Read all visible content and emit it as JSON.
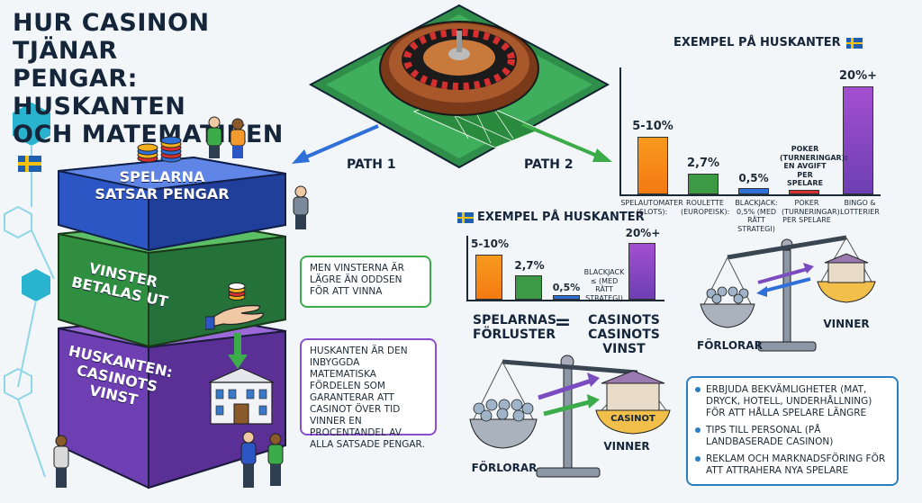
{
  "title": {
    "line1": "HUR CASINON TJÄNAR",
    "line2": "PENGAR: HUSKANTEN",
    "line3": "OCH MATEMATIKEN"
  },
  "paths": {
    "path1": "PATH 1",
    "path2": "PATH 2"
  },
  "steps": {
    "step1": {
      "line1": "SPELARNA",
      "line2": "SATSAR PENGAR"
    },
    "step2": {
      "line1": "VINSTER",
      "line2": "BETALAS UT"
    },
    "step3": {
      "line1": "HUSKANTEN:",
      "line2": "CASINOTS",
      "line3": "VINST"
    }
  },
  "callouts": {
    "odds": "MEN VINSTERNA ÄR LÄGRE ÄN ODDSEN FÖR ATT VINNA",
    "edge": "HUSKANTEN ÄR DEN INBYGGDA MATEMATISKA FÖRDELEN SOM GARANTERAR ATT CASINOT ÖVER TID VINNER EN PROCENTANDEL AV ALLA SATSADE PENGAR."
  },
  "chart_main": {
    "title": "EXEMPEL PÅ HUSKANTER",
    "bars": [
      {
        "value_label": "5-10%",
        "label": "SPELAUTOMATER (SLOTS):"
      },
      {
        "value_label": "2,7%",
        "label": "ROULETTE (EUROPEISK):"
      },
      {
        "value_label": "0,5%",
        "label": "BLACKJACK: 0,5% (MED RÄTT STRATEGI)"
      },
      {
        "value_label": "POKER (TURNERINGAR): EN AVGIFT PER SPELARE",
        "label": "POKER (TURNERINGAR): PER SPELARE"
      },
      {
        "value_label": "20%+",
        "label": "BINGO & LOTTERIER"
      }
    ]
  },
  "chart_small": {
    "title": "EXEMPEL PÅ HUSKANTER",
    "bars": [
      {
        "value_label": "5-10%"
      },
      {
        "value_label": "2,7%"
      },
      {
        "value_label": "0,5%",
        "note": "BLACKJACK ≤ (MED RÄTT STRATEGI)"
      },
      {
        "value_label": "20%+"
      }
    ]
  },
  "equation": {
    "left": "SPELARNAS FÖRLUSTER",
    "eq": "=",
    "right": "CASINOTS CASINOTS VINST"
  },
  "scale_small": {
    "lose": "FÖRLORAR",
    "win": "VINNER"
  },
  "scale_big": {
    "lose": "FÖRLORAR",
    "win": "VINNER",
    "sign": "CASINOT"
  },
  "bullets": [
    "ERBJUDA BEKVÄMLIGHETER (MAT, DRYCK, HOTELL, UNDERHÅLLNING) FÖR ATT HÅLLA SPELARE LÄNGRE",
    "TIPS TILL PERSONAL (PÅ LANDBASERADE CASINON)",
    "REKLAM OCH MARKNADSFÖRING FÖR ATT ATTRAHERA NYA SPELARE"
  ],
  "colors": {
    "blue": "#2f5fc8",
    "green": "#3c9a45",
    "purple": "#7b4cc0",
    "orange": "#f79a1e",
    "red": "#d62f2f",
    "navy": "#15263b"
  },
  "icons": [
    "roulette-wheel-icon",
    "chip-stack-icon",
    "hand-icon",
    "casino-building-icon",
    "balance-scale-icon",
    "person-icon",
    "hexagon-network-icon"
  ]
}
